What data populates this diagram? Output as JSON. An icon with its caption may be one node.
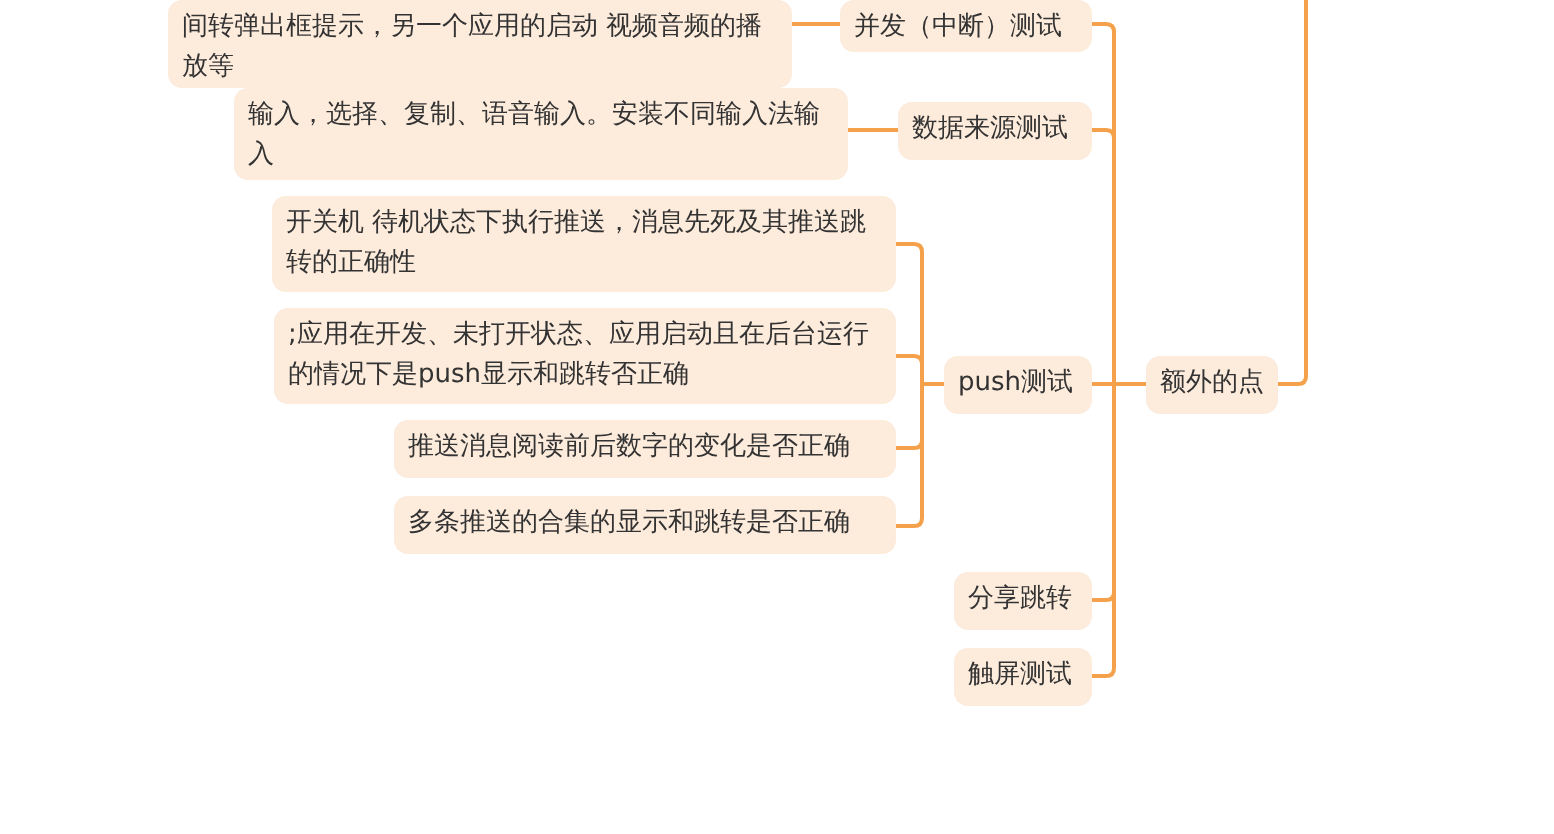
{
  "diagram": {
    "nodes": [
      {
        "text": [
          "额外的点"
        ]
      },
      {
        "text": [
          "并发（中断）测试"
        ]
      },
      {
        "text": [
          "间转弹出框提示，另一个应用的启动 视频音频的播放等"
        ]
      },
      {
        "text": [
          "数据来源测试"
        ]
      },
      {
        "text": [
          "输入，选择、复制、语音输入。安装不同输入法输入"
        ]
      },
      {
        "text": [
          "push测试"
        ]
      },
      {
        "text": [
          "开关机 待机状态下执行推送，消息先死及其推送跳转的正确性"
        ]
      },
      {
        "text": [
          ";应用在开发、未打开状态、应用启动且在后台运行的情况下是push显示和跳转否正确"
        ]
      },
      {
        "text": [
          "推送消息阅读前后数字的变化是否正确"
        ]
      },
      {
        "text": [
          "多条推送的合集的显示和跳转是否正确"
        ]
      },
      {
        "text": [
          "分享跳转"
        ]
      },
      {
        "text": [
          "触屏测试"
        ]
      }
    ],
    "edges": [
      {
        "from": 0,
        "to": null,
        "arrow": "none"
      },
      {
        "from": 0,
        "to": 1,
        "arrow": "none"
      },
      {
        "from": 0,
        "to": 3,
        "arrow": "none"
      },
      {
        "from": 0,
        "to": 5,
        "arrow": "none"
      },
      {
        "from": 0,
        "to": 10,
        "arrow": "none"
      },
      {
        "from": 0,
        "to": 11,
        "arrow": "none"
      },
      {
        "from": 1,
        "to": 2,
        "arrow": "none"
      },
      {
        "from": 3,
        "to": 4,
        "arrow": "none"
      },
      {
        "from": 5,
        "to": 6,
        "arrow": "none"
      },
      {
        "from": 5,
        "to": 7,
        "arrow": "none"
      },
      {
        "from": 5,
        "to": 8,
        "arrow": "none"
      },
      {
        "from": 5,
        "to": 9,
        "arrow": "none"
      }
    ]
  }
}
